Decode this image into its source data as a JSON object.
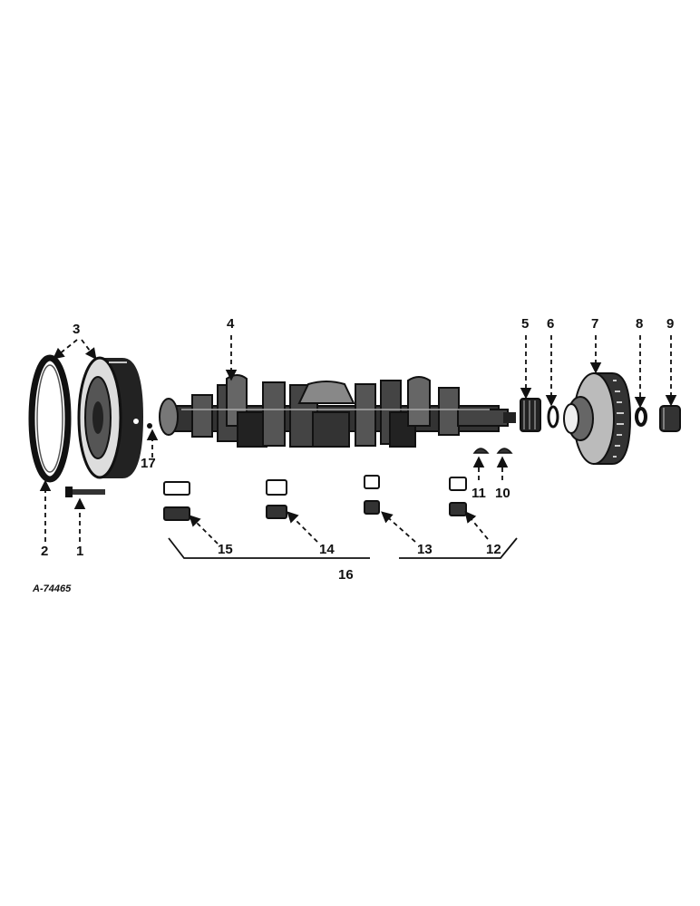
{
  "figure_code": "A-74465",
  "callouts": {
    "c1": "1",
    "c2": "2",
    "c3": "3",
    "c4": "4",
    "c5": "5",
    "c6": "6",
    "c7": "7",
    "c8": "8",
    "c9": "9",
    "c10": "10",
    "c11": "11",
    "c12": "12",
    "c13": "13",
    "c14": "14",
    "c15": "15",
    "c16": "16",
    "c17": "17"
  }
}
